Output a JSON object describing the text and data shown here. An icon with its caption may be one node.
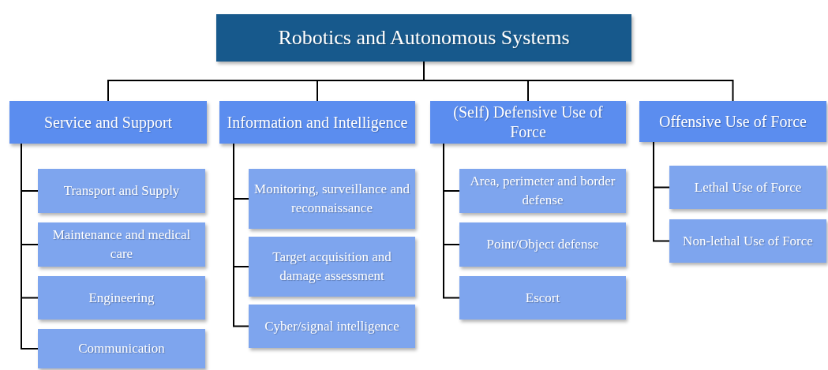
{
  "diagram": {
    "nodes": [
      {
        "text": [
          "Robotics and Autonomous Systems"
        ]
      },
      {
        "text": [
          "Service and Support"
        ]
      },
      {
        "text": [
          "Transport and Supply"
        ]
      },
      {
        "text": [
          "Maintenance and medical care"
        ]
      },
      {
        "text": [
          "Engineering"
        ]
      },
      {
        "text": [
          "Communication"
        ]
      },
      {
        "text": [
          "Information and Intelligence"
        ]
      },
      {
        "text": [
          "Monitoring, surveillance and reconnaissance"
        ]
      },
      {
        "text": [
          "Target acquisition and damage assessment"
        ]
      },
      {
        "text": [
          "Cyber/signal intelligence"
        ]
      },
      {
        "text": [
          "(Self) Defensive Use of Force"
        ]
      },
      {
        "text": [
          "Area, perimeter and border defense"
        ]
      },
      {
        "text": [
          "Point/Object defense"
        ]
      },
      {
        "text": [
          "Escort"
        ]
      },
      {
        "text": [
          "Offensive Use of Force"
        ]
      },
      {
        "text": [
          "Lethal Use of Force"
        ]
      },
      {
        "text": [
          "Non-lethal Use of Force"
        ]
      }
    ],
    "edges": [
      {
        "from": 0,
        "to": 1,
        "arrow": "none"
      },
      {
        "from": 0,
        "to": 6,
        "arrow": "none"
      },
      {
        "from": 0,
        "to": 10,
        "arrow": "none"
      },
      {
        "from": 0,
        "to": 14,
        "arrow": "none"
      },
      {
        "from": 1,
        "to": 2,
        "arrow": "none"
      },
      {
        "from": 1,
        "to": 3,
        "arrow": "none"
      },
      {
        "from": 1,
        "to": 4,
        "arrow": "none"
      },
      {
        "from": 1,
        "to": 5,
        "arrow": "none"
      },
      {
        "from": 6,
        "to": 7,
        "arrow": "none"
      },
      {
        "from": 6,
        "to": 8,
        "arrow": "none"
      },
      {
        "from": 6,
        "to": 9,
        "arrow": "none"
      },
      {
        "from": 10,
        "to": 11,
        "arrow": "none"
      },
      {
        "from": 10,
        "to": 12,
        "arrow": "none"
      },
      {
        "from": 10,
        "to": 13,
        "arrow": "none"
      },
      {
        "from": 14,
        "to": 15,
        "arrow": "none"
      },
      {
        "from": 14,
        "to": 16,
        "arrow": "none"
      }
    ]
  }
}
